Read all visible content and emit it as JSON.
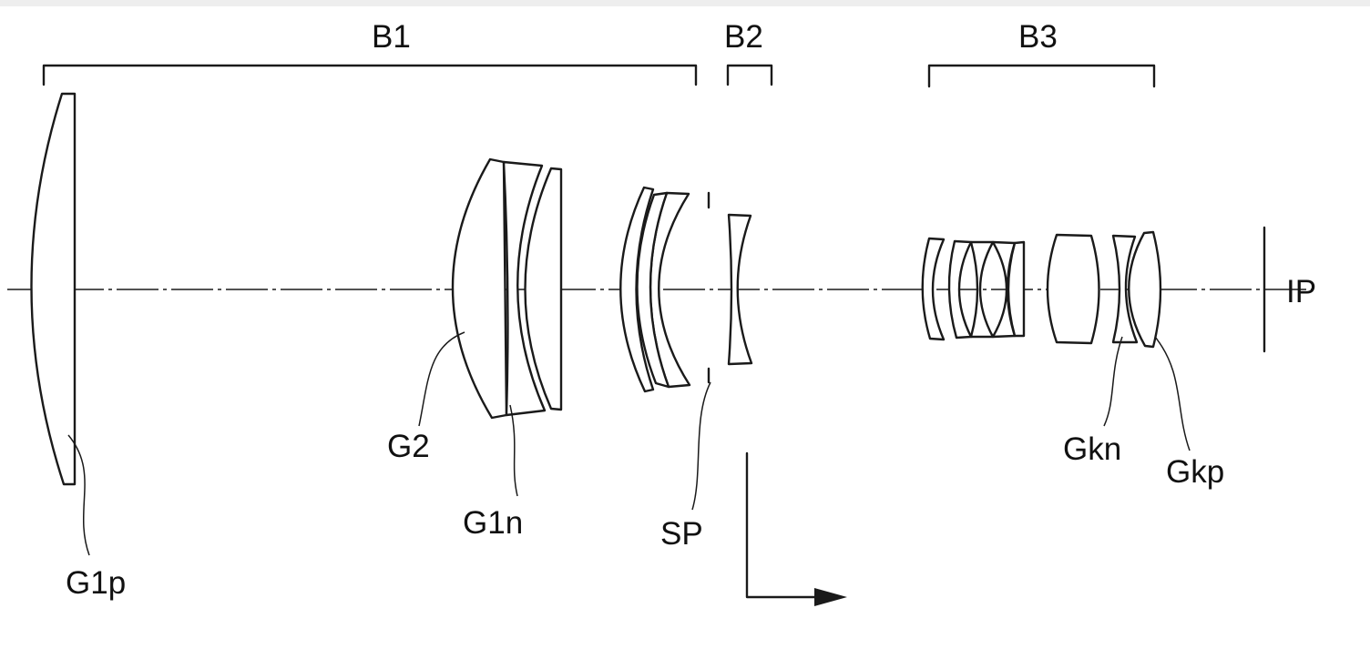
{
  "diagram": {
    "groups": {
      "b1": "B1",
      "b2": "B2",
      "b3": "B3"
    },
    "elements": {
      "g1p": "G1p",
      "g2": "G2",
      "g1n": "G1n",
      "sp": "SP",
      "gkn": "Gkn",
      "gkp": "Gkp",
      "ip": "IP"
    }
  }
}
